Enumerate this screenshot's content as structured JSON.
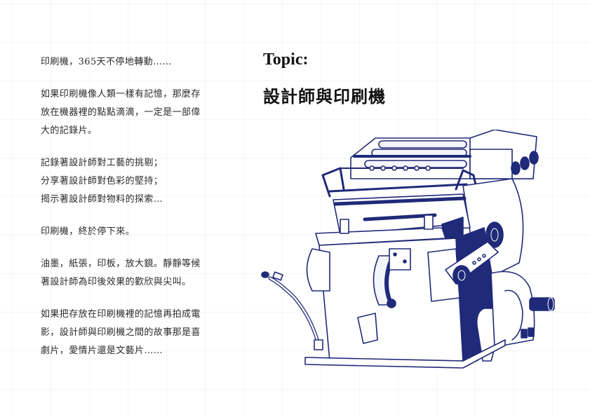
{
  "topic": {
    "label": "Topic:",
    "title": "設計師與印刷機"
  },
  "body_text": {
    "paragraphs": [
      {
        "lines": [
          "印刷機，365天不停地轉動……"
        ]
      },
      {
        "lines": [
          "如果印刷機像人類一樣有記憶，那麼存",
          "放在機器裡的點點滴滴，一定是一部偉",
          "大的記錄片。"
        ]
      },
      {
        "lines": [
          "記錄著設計師對工藝的挑剔；",
          "分享著設計師對色彩的堅持；",
          "揭示著設計師對物料的探索…"
        ]
      },
      {
        "lines": [
          "印刷機，終於停下來。"
        ]
      },
      {
        "lines": [
          "油墨，紙張，印板，放大鏡。靜靜等候",
          "著設計師為印後效果的歡欣與尖叫。"
        ]
      },
      {
        "lines": [
          "如果把存放在印刷機裡的記憶再拍成電",
          "影，設計師與印刷機之間的故事那是喜",
          "劇片，愛情片還是文藝片……"
        ]
      }
    ]
  },
  "illustration": {
    "subject": "printing-press-machine",
    "ink_color": "#1f2a78",
    "fill_color": "#ffffff"
  },
  "colors": {
    "background": "#ffffff",
    "grid": "#f2f2f2",
    "text": "#2a2a2a",
    "heading": "#111111",
    "navy": "#1f2a78"
  }
}
